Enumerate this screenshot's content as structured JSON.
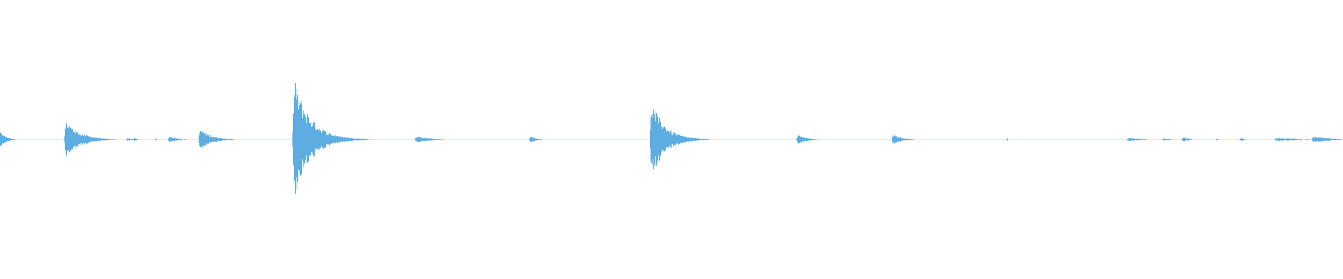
{
  "waveform": {
    "color": "#5dade2",
    "background": "#ffffff",
    "duration_fraction_note": "",
    "events": [
      {
        "t": 0.0,
        "amp": 0.03,
        "decay": 0.004
      },
      {
        "t": 0.049,
        "amp": 0.07,
        "decay": 0.01
      },
      {
        "t": 0.064,
        "amp": 0.025,
        "decay": 0.004
      },
      {
        "t": 0.095,
        "amp": 0.006,
        "decay": 0.004
      },
      {
        "t": 0.1,
        "amp": 0.006,
        "decay": 0.002
      },
      {
        "t": 0.116,
        "amp": 0.004,
        "decay": 0.001
      },
      {
        "t": 0.126,
        "amp": 0.012,
        "decay": 0.006
      },
      {
        "t": 0.149,
        "amp": 0.04,
        "decay": 0.008
      },
      {
        "t": 0.219,
        "amp": 0.22,
        "decay": 0.012
      },
      {
        "t": 0.31,
        "amp": 0.012,
        "decay": 0.01
      },
      {
        "t": 0.395,
        "amp": 0.012,
        "decay": 0.004
      },
      {
        "t": 0.485,
        "amp": 0.14,
        "decay": 0.01
      },
      {
        "t": 0.594,
        "amp": 0.018,
        "decay": 0.006
      },
      {
        "t": 0.665,
        "amp": 0.02,
        "decay": 0.006
      },
      {
        "t": 0.75,
        "amp": 0.004,
        "decay": 0.001
      },
      {
        "t": 0.84,
        "amp": 0.006,
        "decay": 0.012
      },
      {
        "t": 0.866,
        "amp": 0.004,
        "decay": 0.008
      },
      {
        "t": 0.881,
        "amp": 0.01,
        "decay": 0.004
      },
      {
        "t": 0.906,
        "amp": 0.004,
        "decay": 0.001
      },
      {
        "t": 0.924,
        "amp": 0.006,
        "decay": 0.003
      },
      {
        "t": 0.95,
        "amp": 0.006,
        "decay": 0.02
      },
      {
        "t": 0.978,
        "amp": 0.012,
        "decay": 0.012
      }
    ]
  }
}
